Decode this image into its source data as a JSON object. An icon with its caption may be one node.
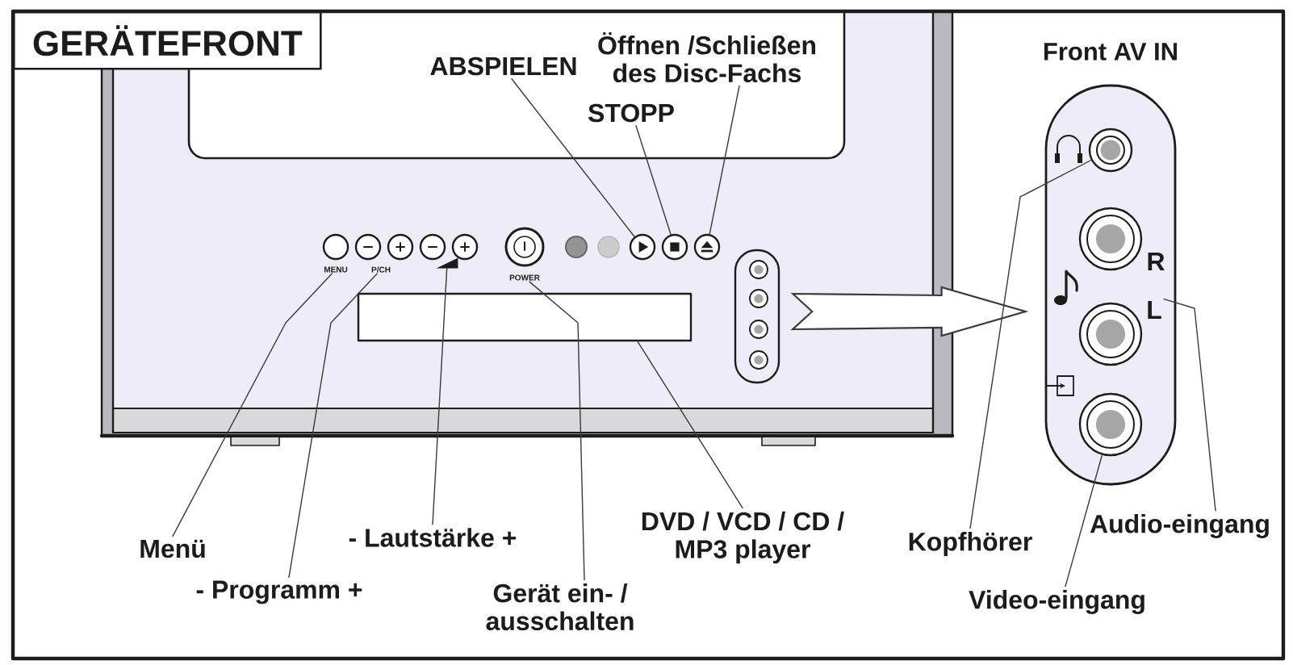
{
  "diagram": {
    "title": "GERÄTEFRONT",
    "nodes": [
      {
        "text": [
          "ABSPIELEN"
        ]
      },
      {
        "text": [
          "Öffnen /Schließen des Disc-Fachs"
        ]
      },
      {
        "text": [
          "STOPP"
        ]
      },
      {
        "text": [
          "Front AV IN"
        ]
      },
      {
        "text": [],
        "shape": "circle"
      },
      {
        "text": [],
        "shape": "circle"
      },
      {
        "text": [],
        "shape": "circle"
      },
      {
        "text": [],
        "shape": "circle"
      },
      {
        "text": [],
        "shape": "circle"
      },
      {
        "text": [],
        "shape": "circle"
      },
      {
        "text": [],
        "shape": "circle"
      },
      {
        "text": [],
        "shape": "circle"
      },
      {
        "text": [],
        "shape": "circle"
      },
      {
        "text": [],
        "shape": "circle"
      },
      {
        "text": [],
        "shape": "circle"
      },
      {
        "text": [
          "MENU"
        ]
      },
      {
        "text": [
          "P/CH"
        ]
      },
      {
        "text": [],
        "shape": "triangle"
      },
      {
        "text": [
          "POWER"
        ]
      },
      {
        "text": [],
        "shape": "box"
      },
      {
        "text": [],
        "shape": "box"
      },
      {
        "text": [],
        "shape": "circle",
        "in": 3
      },
      {
        "text": [],
        "shape": "circle",
        "in": 3
      },
      {
        "text": [
          "R"
        ],
        "in": 3
      },
      {
        "text": [
          "L"
        ],
        "in": 3
      },
      {
        "text": [],
        "shape": "circle",
        "in": 3
      },
      {
        "text": [],
        "shape": "circle",
        "in": 3
      },
      {
        "text": [
          "Menü"
        ]
      },
      {
        "text": [
          "- Lautstärke +"
        ]
      },
      {
        "text": [
          "DVD / VCD / CD / MP3 player"
        ]
      },
      {
        "text": [
          "Kopfhörer"
        ]
      },
      {
        "text": [
          "Audio-eingang"
        ]
      },
      {
        "text": [
          "- Programm +"
        ]
      },
      {
        "text": [
          "Gerät ein- / ausschalten"
        ]
      },
      {
        "text": [
          "Video-eingang"
        ]
      }
    ],
    "edges": [
      {
        "from": 0,
        "to": 12,
        "arrow": "none"
      },
      {
        "from": 1,
        "to": 14,
        "arrow": "none"
      },
      {
        "from": 2,
        "to": 13,
        "arrow": "none"
      },
      {
        "from": 20,
        "to": 3,
        "arrow": "to",
        "style": "thick"
      },
      {
        "from": 27,
        "to": 15,
        "arrow": "none"
      },
      {
        "from": 32,
        "to": 16,
        "arrow": "none"
      },
      {
        "from": 28,
        "to": 17,
        "arrow": "none"
      },
      {
        "from": 33,
        "to": 18,
        "arrow": "none"
      },
      {
        "from": 29,
        "to": 19,
        "arrow": "none"
      },
      {
        "from": 30,
        "to": 21,
        "arrow": "none"
      },
      {
        "from": 31,
        "to": 24,
        "arrow": "none"
      },
      {
        "from": 34,
        "to": 26,
        "arrow": "none"
      }
    ]
  }
}
